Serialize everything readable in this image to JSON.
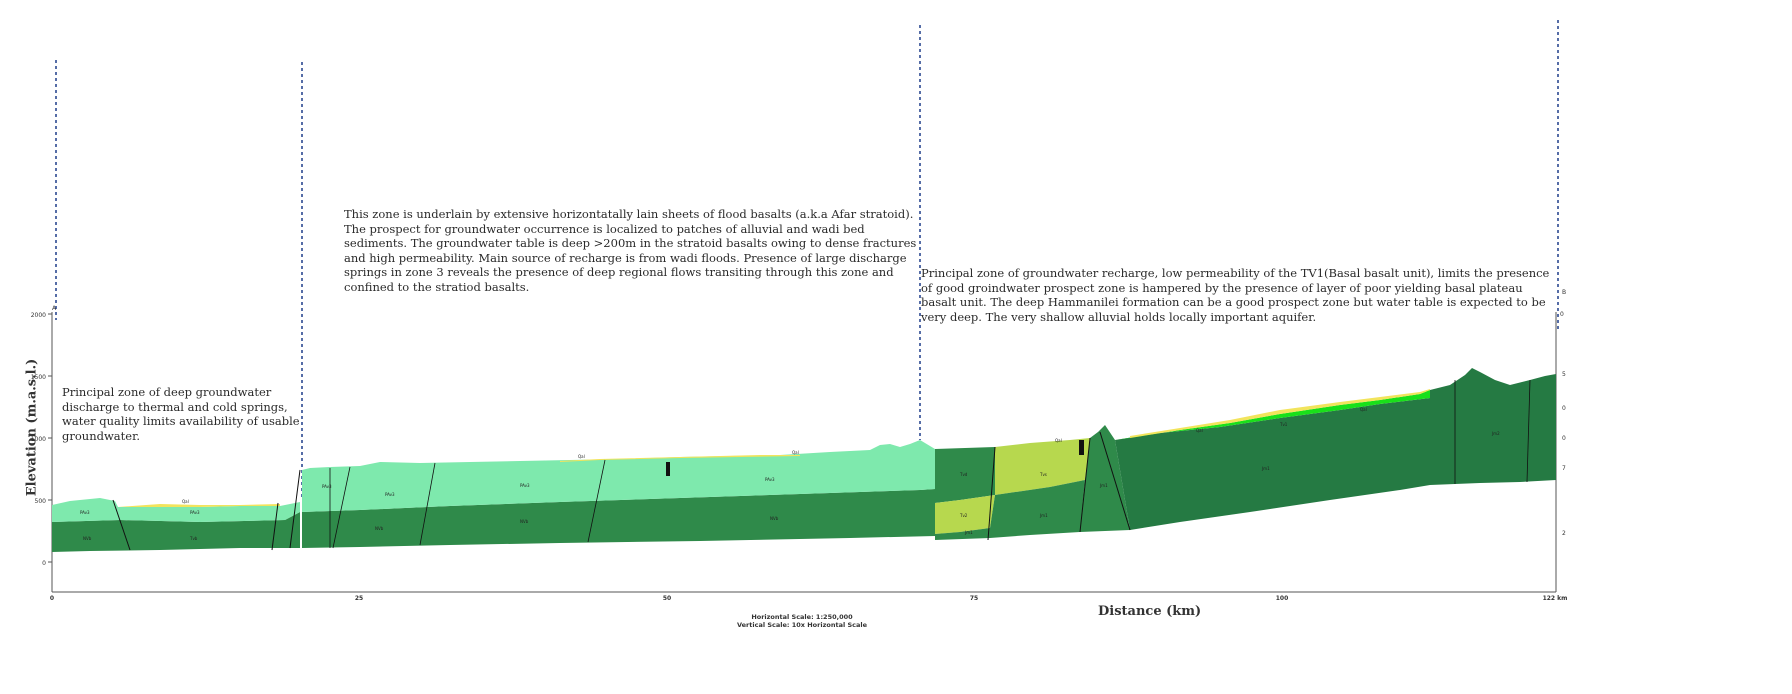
{
  "section": {
    "start_label": "A",
    "end_label": "B"
  },
  "zones": {
    "discharge": "Principal zone of deep groundwater discharge to thermal and cold springs, water quality limits availability of usable groundwater.",
    "stratoid": "This zone is underlain by extensive horizontatally lain sheets of flood basalts (a.k.a Afar stratoid). The prospect for groundwater occurrence is localized to patches of alluvial and wadi bed sediments. The groundwater table is deep >200m in the stratoid basalts owing to dense fractures and high permeability. Main source of recharge is from wadi floods. Presence of large discharge springs in zone 3 reveals the presence of deep regional flows transiting through this zone and confined to the stratiod basalts.",
    "recharge": "Principal zone of groundwater recharge, low permeability of the TV1(Basal basalt unit), limits the presence of good groindwater prospect zone  is hampered by the presence of layer of poor yielding basal plateau basalt unit. The deep Hammanilei formation can be a good prospect zone but water table is expected to be very deep. The very shallow alluvial holds locally important aquifer."
  },
  "axes": {
    "ylabel": "Elevation (m.a.s.l.)",
    "xlabel": "Distance (km)",
    "yticks": [
      "2000",
      "1500",
      "1000",
      "500",
      "0"
    ],
    "xticks": [
      "0",
      "25",
      "50",
      "75",
      "100",
      "122 km"
    ],
    "right_ticks": [
      "0",
      "5",
      "0",
      "0",
      "7",
      "2"
    ]
  },
  "scale": {
    "horizontal": "Horizontal Scale: 1:250,000",
    "vertical": "Vertical Scale: 10x Horizontal Scale"
  },
  "units": {
    "qal": "Qal",
    "tv1": "Tv1",
    "pav": "PAv3",
    "nvb": "NVb",
    "tgb": "Tvb",
    "jm": "Jm1",
    "jm2": "Jm2",
    "tvs": "Tvs",
    "tvd": "Tvd",
    "tv2": "Tv2"
  },
  "colors": {
    "dark_green": "#2f8a4a",
    "mid_green": "#3a9a58",
    "light_green": "#6fe7a5",
    "pale_green": "#8ff0b8",
    "olive": "#b7d84e",
    "bright_green": "#19e01a",
    "forest": "#257a43",
    "yellow": "#f2e45c",
    "divider": "#1f3d8a"
  }
}
